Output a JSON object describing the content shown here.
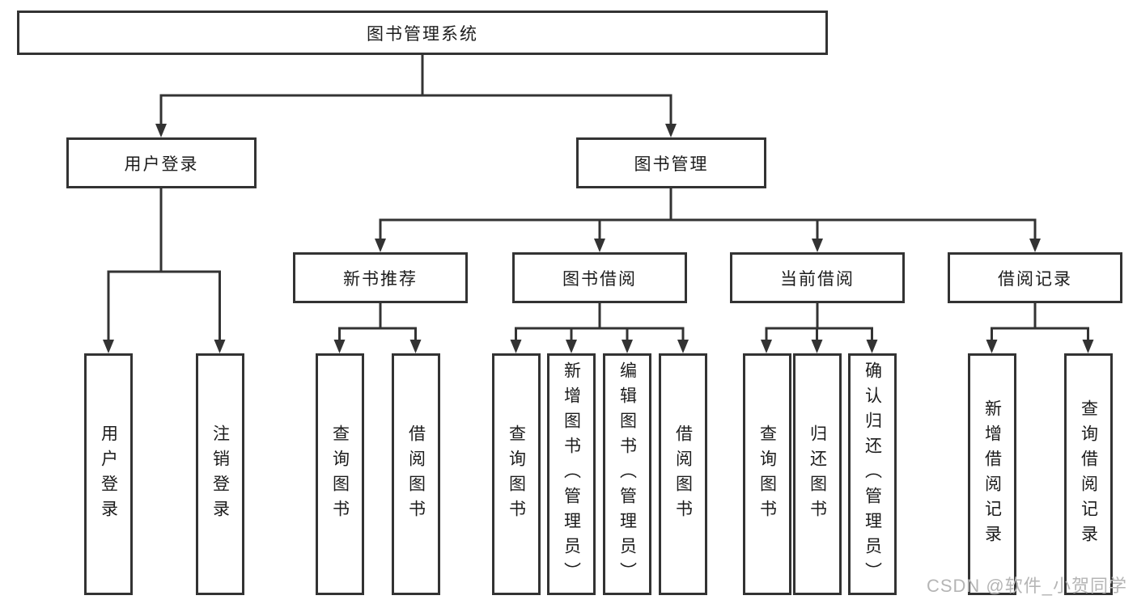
{
  "diagram": {
    "tree": {
      "root": "图书管理系统",
      "branches": [
        {
          "label": "用户登录",
          "children": [
            "用户登录",
            "注销登录"
          ]
        },
        {
          "label": "图书管理",
          "children": [
            {
              "label": "新书推荐",
              "children": [
                "查询图书",
                "借阅图书"
              ]
            },
            {
              "label": "图书借阅",
              "children": [
                "查询图书",
                "新增图书（管理员）",
                "编辑图书（管理员）",
                "借阅图书"
              ]
            },
            {
              "label": "当前借阅",
              "children": [
                "查询图书",
                "归还图书",
                "确认归还（管理员）"
              ]
            },
            {
              "label": "借阅记录",
              "children": [
                "新增借阅记录",
                "查询借阅记录"
              ]
            }
          ]
        }
      ]
    },
    "watermark": "CSDN @软件_小贺同学",
    "colors": {
      "line": "#333333",
      "text": "#1c1c1c",
      "watermark": "#b5b5b5",
      "background": "#ffffff"
    }
  }
}
